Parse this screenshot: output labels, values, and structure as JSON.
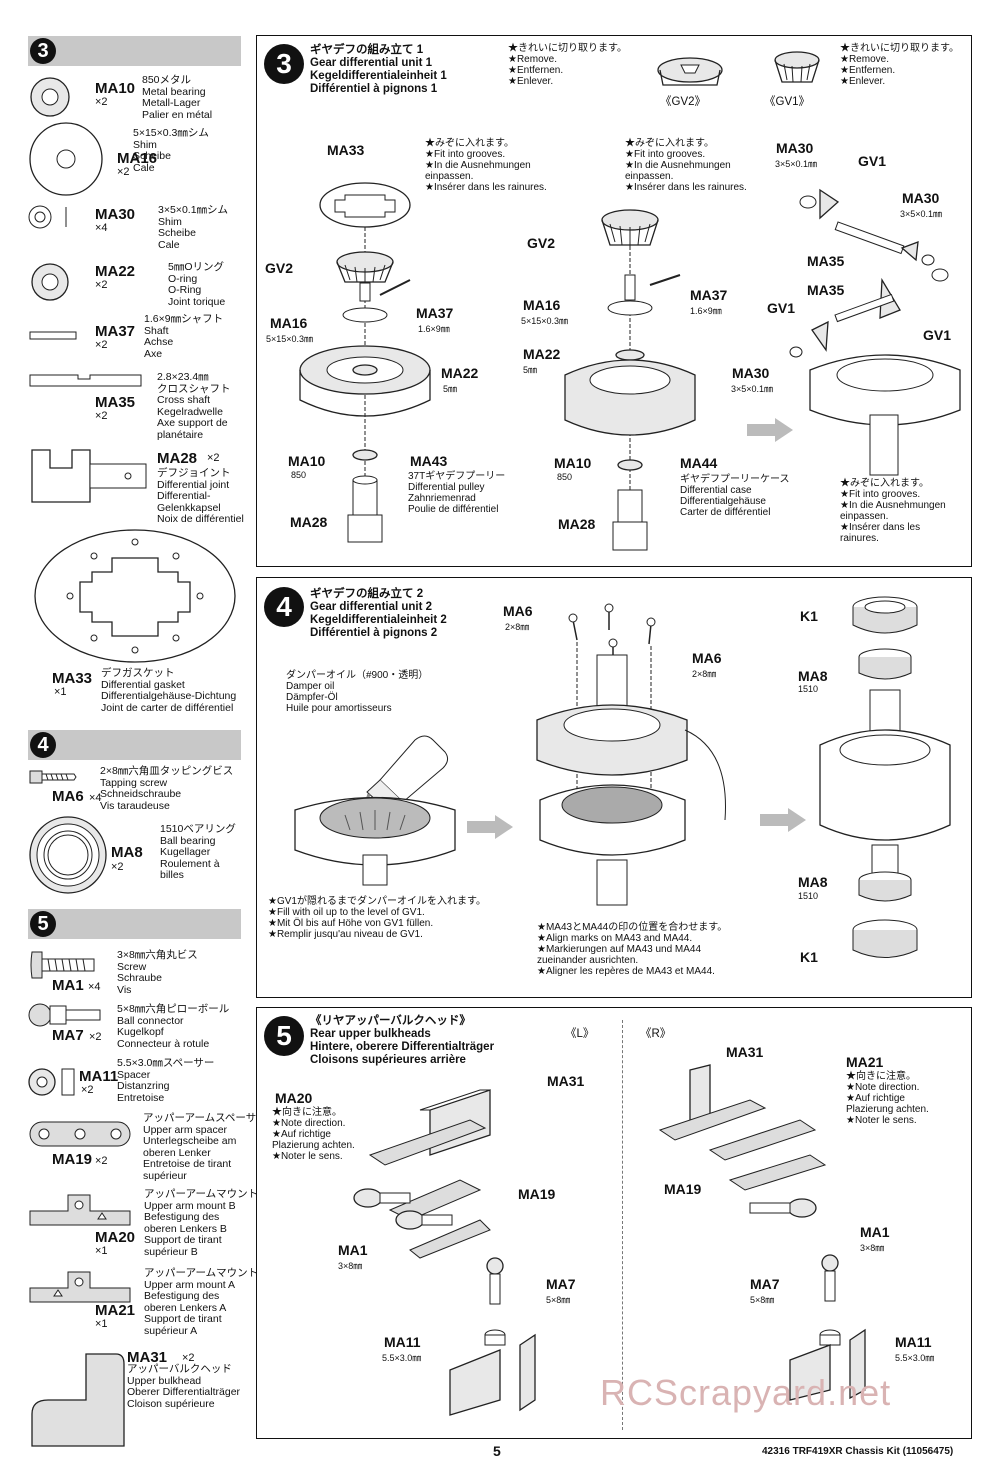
{
  "sidebar": {
    "step3": {
      "number": "3",
      "parts": [
        {
          "code": "MA10",
          "qty": "×2",
          "desc": "850メタル\nMetal bearing\nMetall-Lager\nPalier en métal"
        },
        {
          "code": "MA16",
          "qty": "×2",
          "desc": "5×15×0.3㎜シム\nShim\nScheibe\nCale"
        },
        {
          "code": "MA30",
          "qty": "×4",
          "desc": "3×5×0.1㎜シム\nShim\nScheibe\nCale"
        },
        {
          "code": "MA22",
          "qty": "×2",
          "desc": "5㎜Oリング\nO-ring\nO-Ring\nJoint torique"
        },
        {
          "code": "MA37",
          "qty": "×2",
          "desc": "1.6×9㎜シャフト\nShaft\nAchse\nAxe"
        },
        {
          "code": "MA35",
          "qty": "×2",
          "desc": "2.8×23.4㎜\nクロスシャフト\nCross shaft\nKegelradwelle\nAxe support de\nplanétaire"
        },
        {
          "code": "MA28",
          "qty": "×2",
          "desc": "デフジョイント\nDifferential joint\nDifferential-\nGelenkkapsel\nNoix de différentiel"
        },
        {
          "code": "MA33",
          "qty": "×1",
          "desc": "デフガスケット\nDifferential gasket\nDifferentialgehäuse-Dichtung\nJoint de carter de différentiel"
        }
      ]
    },
    "step4": {
      "number": "4",
      "parts": [
        {
          "code": "MA6",
          "qty": "×4",
          "desc": "2×8㎜六角皿タッピングビス\nTapping screw\nSchneidschraube\nVis taraudeuse"
        },
        {
          "code": "MA8",
          "qty": "×2",
          "desc": "1510ベアリング\nBall bearing\nKugellager\nRoulement à\nbilles"
        }
      ]
    },
    "step5": {
      "number": "5",
      "parts": [
        {
          "code": "MA1",
          "qty": "×4",
          "desc": "3×8㎜六角丸ビス\nScrew\nSchraube\nVis"
        },
        {
          "code": "MA7",
          "qty": "×2",
          "desc": "5×8㎜六角ピローボール\nBall connector\nKugelkopf\nConnecteur à rotule"
        },
        {
          "code": "MA11",
          "qty": "×2",
          "desc": "5.5×3.0㎜スペーサー\nSpacer\nDistanzring\nEntretoise"
        },
        {
          "code": "MA19",
          "qty": "×2",
          "desc": "アッパーアームスペーサー\nUpper arm spacer\nUnterlegscheibe am\noberen Lenker\nEntretoise de tirant\nsupérieur"
        },
        {
          "code": "MA20",
          "qty": "×1",
          "desc": "アッパーアームマウントB\nUpper arm mount B\nBefestigung des\noberen Lenkers B\nSupport de tirant\nsupérieur B"
        },
        {
          "code": "MA21",
          "qty": "×1",
          "desc": "アッパーアームマウントA\nUpper arm mount A\nBefestigung des\noberen Lenkers A\nSupport de tirant\nsupérieur A"
        },
        {
          "code": "MA31",
          "qty": "×2",
          "desc": "アッパーバルクヘッド\nUpper bulkhead\nOberer Differentialträger\nCloison supérieure"
        }
      ]
    }
  },
  "step3": {
    "number": "3",
    "title": "ギヤデフの組み立て 1\nGear differential unit 1\nKegeldifferentialeinheit 1\nDifférentiel à pignons 1",
    "cut_note": "★きれいに切り取ります。\n★Remove.\n★Entfernen.\n★Enlever.",
    "gv2_label": "《GV2》",
    "gv1_label": "《GV1》",
    "groove_note": "★みぞに入れます。\n★Fit into grooves.\n★In die Ausnehmungen\neinpassen.\n★Insérer dans les rainures.",
    "groove_note_r": "★みぞに入れます。\n★Fit into grooves.\n★In die Ausnehmungen\neinpassen.\n★Insérer dans les\nrainures.",
    "labels": {
      "ma33": "MA33",
      "gv2": "GV2",
      "ma16": "MA16",
      "ma16_sub": "5×15×0.3㎜",
      "ma37": "MA37",
      "ma37_sub": "1.6×9㎜",
      "ma22": "MA22",
      "ma22_sub": "5㎜",
      "ma10": "MA10",
      "ma10_sub": "850",
      "ma43": "MA43",
      "ma28": "MA28",
      "ma43_desc": "37Tギヤデフプーリー\nDifferential pulley\nZahnriemenrad\nPoulie de différentiel",
      "gv2b": "GV2",
      "ma16b": "MA16",
      "ma16b_sub": "5×15×0.3㎜",
      "ma37b": "MA37",
      "ma37b_sub": "1.6×9㎜",
      "ma22b": "MA22",
      "ma22b_sub": "5㎜",
      "ma10b": "MA10",
      "ma10b_sub": "850",
      "ma44": "MA44",
      "ma28b": "MA28",
      "ma44_desc": "ギヤデフプーリーケース\nDifferential case\nDifferentialgehäuse\nCarter de différentiel",
      "ma30a": "MA30",
      "ma30a_sub": "3×5×0.1㎜",
      "gv1a": "GV1",
      "ma30b": "MA30",
      "ma30b_sub": "3×5×0.1㎜",
      "ma35a": "MA35",
      "ma35b": "MA35",
      "gv1b": "GV1",
      "gv1c": "GV1",
      "ma30c": "MA30",
      "ma30c_sub": "3×5×0.1㎜"
    }
  },
  "step4": {
    "number": "4",
    "title": "ギヤデフの組み立て 2\nGear differential unit 2\nKegeldifferentialeinheit 2\nDifférentiel à pignons 2",
    "oil_note": "ダンパーオイル（#900・透明）\nDamper oil\nDämpfer-Öl\nHuile pour amortisseurs",
    "fill_note": "★GV1が隠れるまでダンパーオイルを入れます。\n★Fill with oil up to the level of GV1.\n★Mit Öl bis auf Höhe von GV1 füllen.\n★Remplir jusqu'au niveau de GV1.",
    "align_note": "★MA43とMA44の印の位置を合わせます。\n★Align marks on MA43 and MA44.\n★Markierungen auf MA43 und MA44\nzueinander ausrichten.\n★Aligner les repères de MA43 et MA44.",
    "labels": {
      "ma6a": "MA6",
      "ma6a_sub": "2×8㎜",
      "ma6b": "MA6",
      "ma6b_sub": "2×8㎜",
      "k1a": "K1",
      "ma8a": "MA8",
      "ma8a_sub": "1510",
      "ma8b": "MA8",
      "ma8b_sub": "1510",
      "k1b": "K1"
    }
  },
  "step5": {
    "number": "5",
    "title": "《リヤアッパーバルクヘッド》\nRear upper bulkheads\nHintere, oberere Differentialträger\nCloisons supérieures arrière",
    "left_label": "《L》",
    "right_label": "《R》",
    "dir_note": "★向きに注意。\n★Note direction.\n★Auf richtige\nPlazierung achten.\n★Noter le sens.",
    "labels": {
      "ma20": "MA20",
      "ma31l": "MA31",
      "ma19l": "MA19",
      "ma1l": "MA1",
      "ma1l_sub": "3×8㎜",
      "ma7l": "MA7",
      "ma7l_sub": "5×8㎜",
      "ma11l": "MA11",
      "ma11l_sub": "5.5×3.0㎜",
      "ma31r": "MA31",
      "ma21": "MA21",
      "ma19r": "MA19",
      "ma1r": "MA1",
      "ma1r_sub": "3×8㎜",
      "ma7r": "MA7",
      "ma7r_sub": "5×8㎜",
      "ma11r": "MA11",
      "ma11r_sub": "5.5×3.0㎜"
    }
  },
  "footer": {
    "page": "5",
    "kit": "42316 TRF419XR Chassis Kit (11056475)",
    "watermark": "RCScrapyard.net"
  }
}
